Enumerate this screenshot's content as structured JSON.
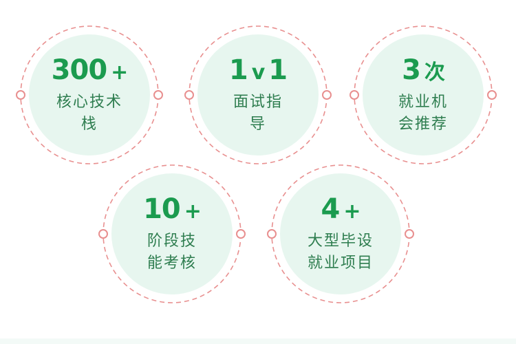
{
  "badges": [
    {
      "num": "300",
      "suffix": "+",
      "lines": [
        "核心技术",
        "栈"
      ]
    },
    {
      "num_a": "1",
      "num_mid": "v",
      "num_b": "1",
      "lines": [
        "面试指",
        "导"
      ]
    },
    {
      "num": "3",
      "suffix": "次",
      "lines": [
        "就业机",
        "会推荐"
      ]
    },
    {
      "num": "10",
      "suffix": "+",
      "lines": [
        "阶段技",
        "能考核"
      ]
    },
    {
      "num": "4",
      "suffix": "+",
      "lines": [
        "大型毕设",
        "就业项目"
      ]
    }
  ],
  "colors": {
    "number": "#1b9b4f",
    "text": "#2e7d4f",
    "disc": "#e7f6ef",
    "ring": "#e88f8f"
  }
}
